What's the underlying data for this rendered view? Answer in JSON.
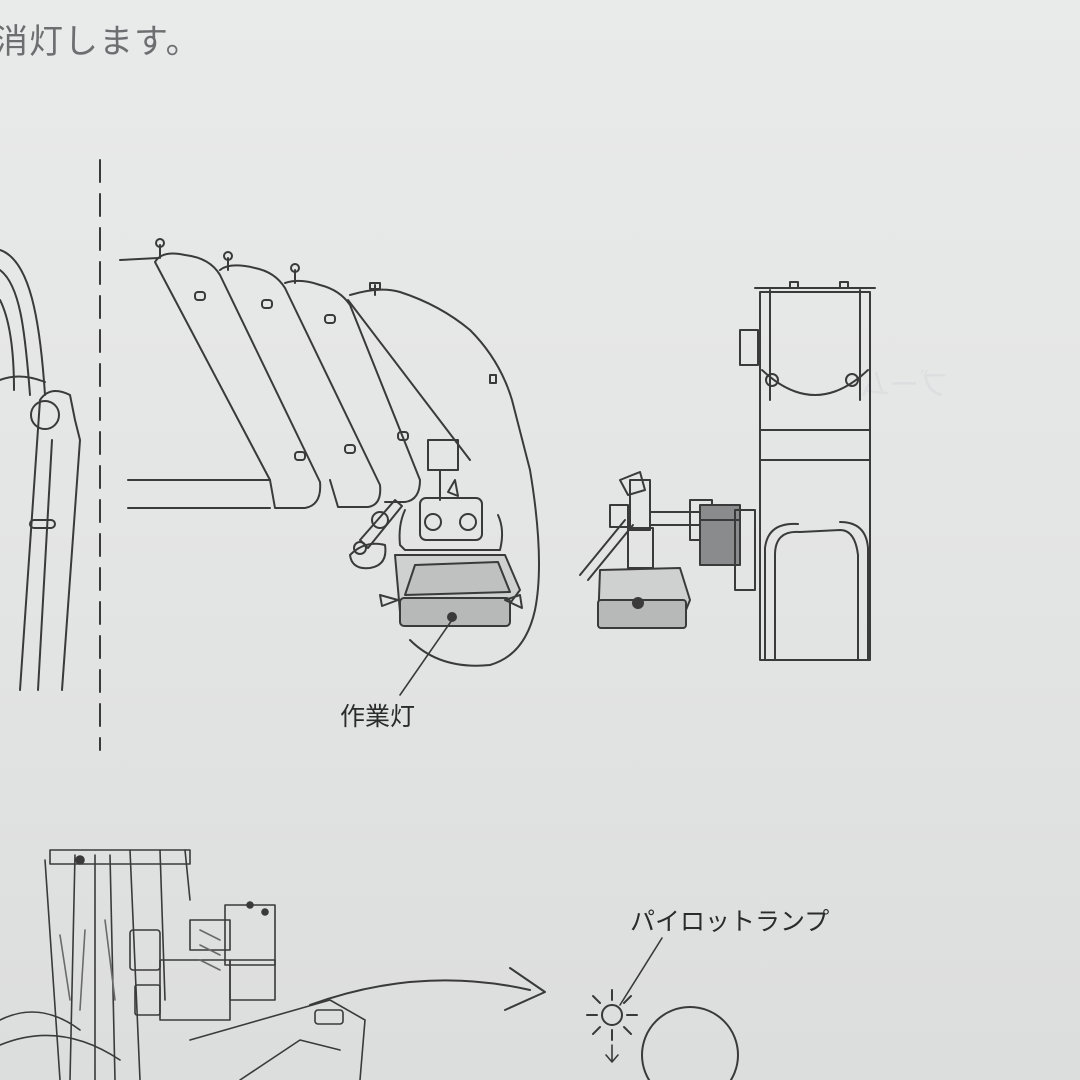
{
  "header": {
    "text": "消灯します。"
  },
  "labels": {
    "work_light": "作業灯",
    "pilot_lamp": "パイロットランプ"
  }
}
